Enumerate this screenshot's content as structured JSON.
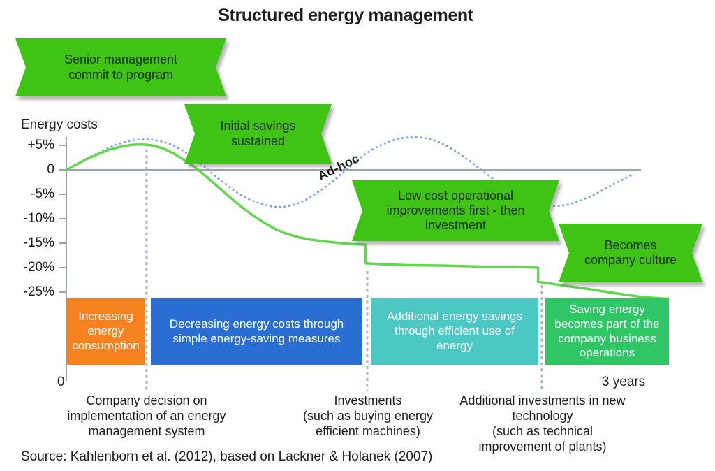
{
  "title": "Structured energy management",
  "source": "Source: Kahlenborn et al. (2012), based on Lackner & Holanek (2007)",
  "colors": {
    "ribbon_green": "#3fc314",
    "curve_green": "#63d64f",
    "adhoc_blue": "#7fa0e2",
    "axis_gray": "#8b98a2",
    "divider_gray": "#9fb4b8",
    "bar_orange": "#f5821f",
    "bar_blue": "#2a6ed4",
    "bar_teal": "#4cc8c4",
    "bar_green": "#2fc766",
    "text_dark": "#1d1d1b"
  },
  "chart_data": {
    "type": "line",
    "title": "Structured energy management",
    "ylabel": "Energy costs",
    "xlabel_start": "0",
    "xlabel_end": "3 years",
    "adhoc_label": "Ad-hoc",
    "ylim": [
      -27,
      7
    ],
    "xlim_years": [
      0,
      3.25
    ],
    "grid": false,
    "y_ticks": [
      {
        "pct": 5,
        "label": "+5%"
      },
      {
        "pct": 0,
        "label": "0"
      },
      {
        "pct": -5,
        "label": "-5%"
      },
      {
        "pct": -10,
        "label": "-10%"
      },
      {
        "pct": -15,
        "label": "-15%"
      },
      {
        "pct": -20,
        "label": "-20%"
      },
      {
        "pct": -25,
        "label": "-25%"
      }
    ],
    "series": [
      {
        "name": "Ad-hoc energy cost (oscillating)",
        "style": "dotted",
        "color": "#7fa0e2",
        "points": [
          [
            0,
            0
          ],
          [
            0.06,
            1.2
          ],
          [
            0.12,
            2.5
          ],
          [
            0.19,
            3.8
          ],
          [
            0.26,
            5.0
          ],
          [
            0.33,
            5.8
          ],
          [
            0.4,
            6.2
          ],
          [
            0.47,
            6.1
          ],
          [
            0.54,
            5.5
          ],
          [
            0.61,
            4.3
          ],
          [
            0.68,
            2.6
          ],
          [
            0.74,
            0.8
          ],
          [
            0.79,
            -0.9
          ],
          [
            0.86,
            -3.0
          ],
          [
            0.93,
            -4.9
          ],
          [
            1.0,
            -6.3
          ],
          [
            1.07,
            -7.2
          ],
          [
            1.14,
            -7.6
          ],
          [
            1.21,
            -7.3
          ],
          [
            1.28,
            -6.3
          ],
          [
            1.35,
            -4.7
          ],
          [
            1.43,
            -2.5
          ],
          [
            1.51,
            0.1
          ],
          [
            1.59,
            2.7
          ],
          [
            1.67,
            4.6
          ],
          [
            1.75,
            5.9
          ],
          [
            1.83,
            6.6
          ],
          [
            1.91,
            6.6
          ],
          [
            1.99,
            5.9
          ],
          [
            2.07,
            4.4
          ],
          [
            2.15,
            2.4
          ],
          [
            2.23,
            0.1
          ],
          [
            2.31,
            -2.2
          ],
          [
            2.39,
            -4.3
          ],
          [
            2.47,
            -5.9
          ],
          [
            2.55,
            -7.0
          ],
          [
            2.62,
            -7.4
          ],
          [
            2.69,
            -7.2
          ],
          [
            2.76,
            -6.4
          ],
          [
            2.84,
            -5.1
          ],
          [
            2.92,
            -3.5
          ],
          [
            3.0,
            -1.9
          ],
          [
            3.05,
            -0.9
          ]
        ]
      },
      {
        "name": "Structured energy management cost",
        "style": "solid",
        "color": "#63d64f",
        "points": [
          [
            0,
            0
          ],
          [
            0.05,
            1.0
          ],
          [
            0.11,
            2.2
          ],
          [
            0.17,
            3.2
          ],
          [
            0.23,
            4.1
          ],
          [
            0.29,
            4.7
          ],
          [
            0.35,
            5.1
          ],
          [
            0.4,
            5.2
          ],
          [
            0.46,
            5.0
          ],
          [
            0.52,
            4.4
          ],
          [
            0.58,
            3.3
          ],
          [
            0.64,
            1.9
          ],
          [
            0.7,
            0.3
          ],
          [
            0.76,
            -1.6
          ],
          [
            0.82,
            -3.6
          ],
          [
            0.88,
            -5.6
          ],
          [
            0.94,
            -7.5
          ],
          [
            1.0,
            -9.2
          ],
          [
            1.06,
            -10.7
          ],
          [
            1.12,
            -12.0
          ],
          [
            1.18,
            -13.0
          ],
          [
            1.25,
            -13.8
          ],
          [
            1.32,
            -14.3
          ],
          [
            1.4,
            -14.7
          ],
          [
            1.48,
            -15.0
          ],
          [
            1.55,
            -15.2
          ],
          [
            1.61,
            -15.3
          ],
          [
            1.61,
            -19.1
          ],
          [
            1.7,
            -19.3
          ],
          [
            1.85,
            -19.5
          ],
          [
            2.05,
            -19.6
          ],
          [
            2.25,
            -19.8
          ],
          [
            2.45,
            -19.9
          ],
          [
            2.54,
            -20.0
          ],
          [
            2.54,
            -22.9
          ],
          [
            2.65,
            -23.5
          ],
          [
            2.8,
            -24.3
          ],
          [
            2.95,
            -25.2
          ],
          [
            3.1,
            -26.0
          ],
          [
            3.24,
            -26.4
          ]
        ]
      }
    ],
    "dividers": [
      {
        "x_years": 0.432,
        "top_pct": 5.4
      },
      {
        "x_years": 1.62,
        "top_pct": -20.7
      },
      {
        "x_years": 2.56,
        "top_pct": -23.6
      }
    ]
  },
  "ribbons": [
    {
      "label": "Senior management\ncommit to program"
    },
    {
      "label": "Initial savings\nsustained"
    },
    {
      "label": "Low cost operational\nimprovements first - then\ninvestment"
    },
    {
      "label": "Becomes\ncompany culture"
    }
  ],
  "bars": [
    {
      "label": "Increasing\nenergy\nconsumption",
      "color": "#f5821f"
    },
    {
      "label": "Decreasing energy costs through\nsimple energy-saving measures",
      "color": "#2a6ed4"
    },
    {
      "label": "Additional energy savings\nthrough efficient use of\nenergy",
      "color": "#4cc8c4"
    },
    {
      "label": "Saving energy\nbecomes part of the\ncompany business\noperations",
      "color": "#2fc766"
    }
  ],
  "x_annotations": [
    {
      "label": "Company decision on\nimplementation of an energy\nmanagement system"
    },
    {
      "label": "Investments\n(such as buying energy\nefficient machines)"
    },
    {
      "label": "Additional investments in new\ntechnology\n(such as technical\nimprovement of plants)"
    }
  ]
}
